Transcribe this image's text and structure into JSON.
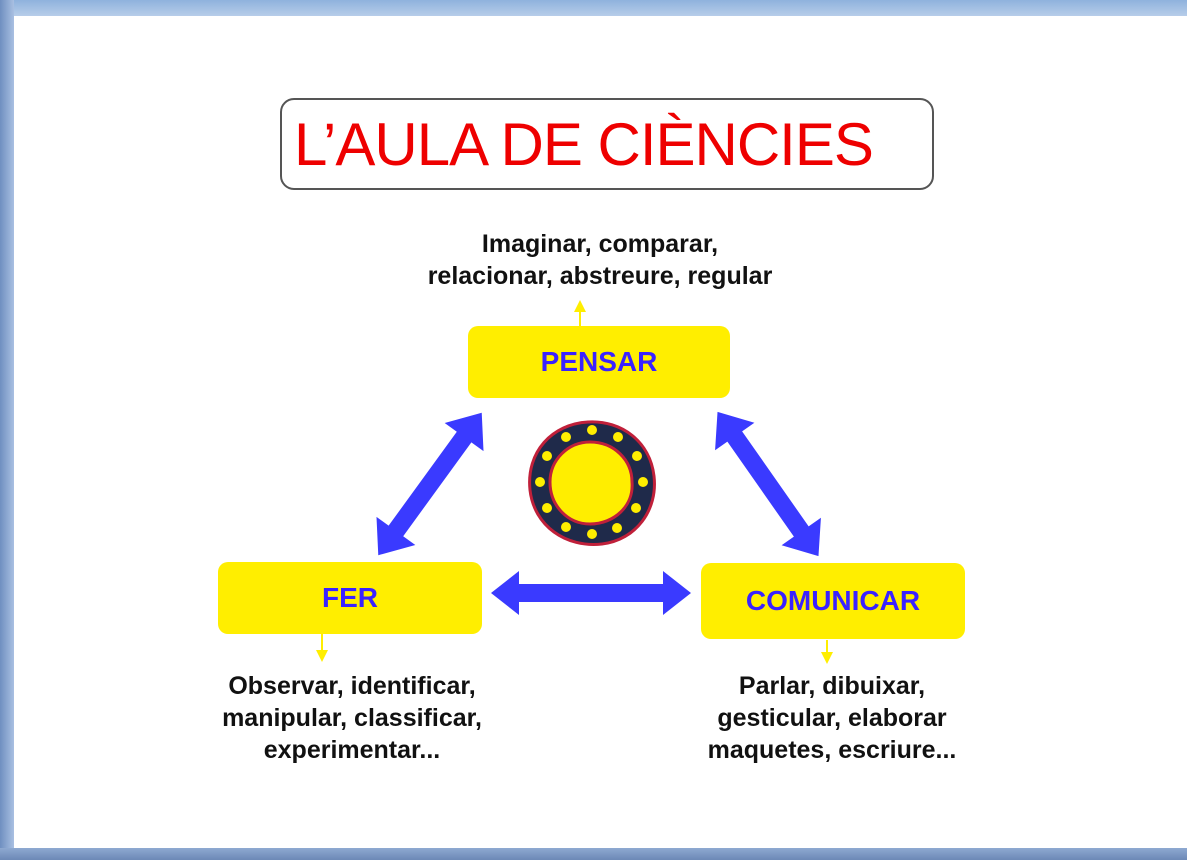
{
  "title": "L’AULA DE CIÈNCIES",
  "nodes": {
    "pensar": "PENSAR",
    "fer": "FER",
    "comunicar": "COMUNICAR"
  },
  "descriptions": {
    "pensar": [
      "Imaginar, comparar,",
      "relacionar, abstreure, regular"
    ],
    "fer": [
      "Observar, identificar,",
      "manipular, classificar,",
      "experimentar..."
    ],
    "comunicar": [
      "Parlar, dibuixar,",
      "gesticular, elaborar",
      "maquetes, escriure..."
    ]
  },
  "colors": {
    "title": "#ee0000",
    "node_fill": "#ffee00",
    "node_text": "#3a22ff",
    "arrows": "#3a3aff",
    "small_arrows": "#ffee00"
  },
  "icons": {
    "center": "cell-ring-icon"
  }
}
